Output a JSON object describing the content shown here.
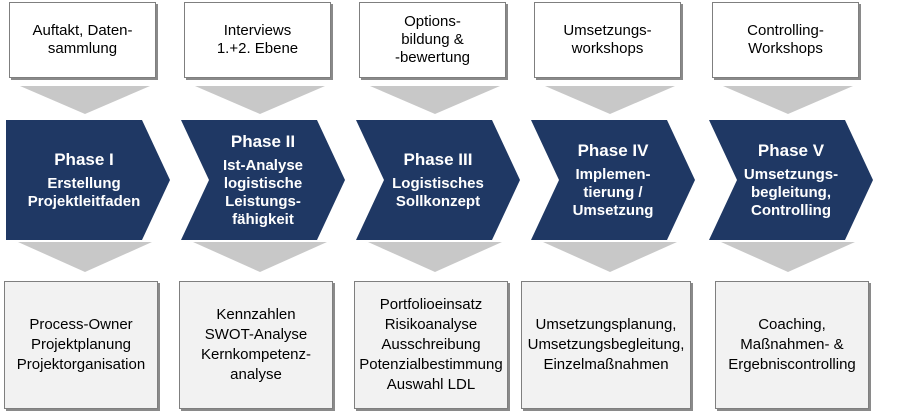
{
  "colors": {
    "phase_fill": "#1f3864",
    "arrow_grey": "#c8c8c8",
    "top_box_fill": "#ffffff",
    "bottom_box_fill": "#f2f2f2"
  },
  "phases": [
    {
      "top": "Auftakt, Daten-\nsammlung",
      "title": "Phase I",
      "desc": "Erstellung\nProjektleitfaden",
      "bottom": [
        "Process-Owner",
        "Projektplanung",
        "Projektorganisation"
      ]
    },
    {
      "top": "Interviews\n1.+2. Ebene",
      "title": "Phase II",
      "desc": "Ist-Analyse\nlogistische\nLeistungs-\nfähigkeit",
      "bottom": [
        "Kennzahlen",
        "SWOT-Analyse",
        "Kernkompetenz-\nanalyse"
      ]
    },
    {
      "top": "Options-\nbildung &\n-bewertung",
      "title": "Phase III",
      "desc": "Logistisches\nSollkonzept",
      "bottom": [
        "Portfolioeinsatz",
        "Risikoanalyse",
        "Ausschreibung",
        "Potenzialbestimmung",
        "Auswahl LDL"
      ]
    },
    {
      "top": "Umsetzungs-\nworkshops",
      "title": "Phase IV",
      "desc": "Implemen-\ntierung /\nUmsetzung",
      "bottom": [
        "Umsetzungsplanung,",
        "Umsetzungsbegleitung,",
        "Einzelmaßnahmen"
      ]
    },
    {
      "top": "Controlling-\nWorkshops",
      "title": "Phase V",
      "desc": "Umsetzungs-\nbegleitung,\nControlling",
      "bottom": [
        "Coaching,",
        "Maßnahmen- &\nErgebniscontrolling"
      ]
    }
  ]
}
